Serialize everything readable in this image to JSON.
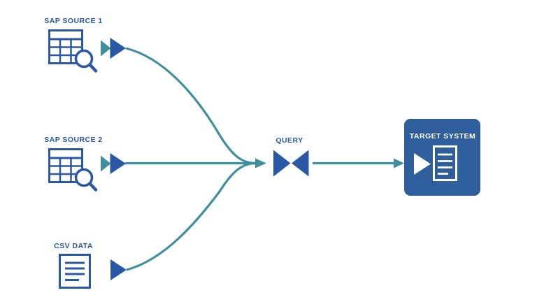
{
  "diagram_type": "etl-dataflow",
  "colors": {
    "dark_blue": "#2A58A5",
    "teal": "#3F8F9E",
    "target_box_blue": "#2E5F9C",
    "white": "#FFFFFF",
    "background": "#FFFFFF"
  },
  "nodes": {
    "sap_source_1": {
      "label": "SAP SOURCE 1",
      "icon": "table-magnifier-icon",
      "out_arrow": "double-play-arrow"
    },
    "sap_source_2": {
      "label": "SAP SOURCE 2",
      "icon": "table-magnifier-icon",
      "out_arrow": "double-play-arrow"
    },
    "csv_data": {
      "label": "CSV DATA",
      "icon": "document-icon",
      "out_arrow": "play-arrow"
    },
    "query": {
      "label": "QUERY",
      "icon": "bowtie-valve-icon"
    },
    "target_system": {
      "label": "TARGET SYSTEM",
      "icon": "play-and-document-icon"
    }
  },
  "edges": [
    {
      "from": "sap_source_1",
      "to": "query"
    },
    {
      "from": "sap_source_2",
      "to": "query"
    },
    {
      "from": "csv_data",
      "to": "query"
    },
    {
      "from": "query",
      "to": "target_system"
    }
  ]
}
